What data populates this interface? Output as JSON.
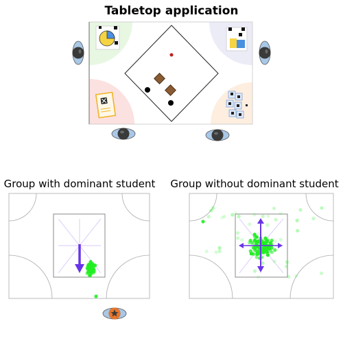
{
  "titles": {
    "main": "Tabletop application",
    "left_panel": "Group with dominant student",
    "right_panel": "Group without dominant student"
  },
  "colors": {
    "zone_green": "#e8f7e2",
    "zone_purple": "#ececf7",
    "zone_pink": "#fbe1e0",
    "zone_orange": "#fdeee0",
    "points_green": "#22ee22",
    "arrow_purple": "#6a35e8",
    "arrow_light": "#b8b0f0",
    "dominant_marker": "#e8762a",
    "person_shoulder": "#a9c7e6",
    "person_head": "#3a3a3a"
  },
  "icons": [
    "person-icon",
    "pie-chart-icon",
    "bar-chart-icon",
    "mindmap-card-icon",
    "grid-cards-icon",
    "star-icon"
  ]
}
